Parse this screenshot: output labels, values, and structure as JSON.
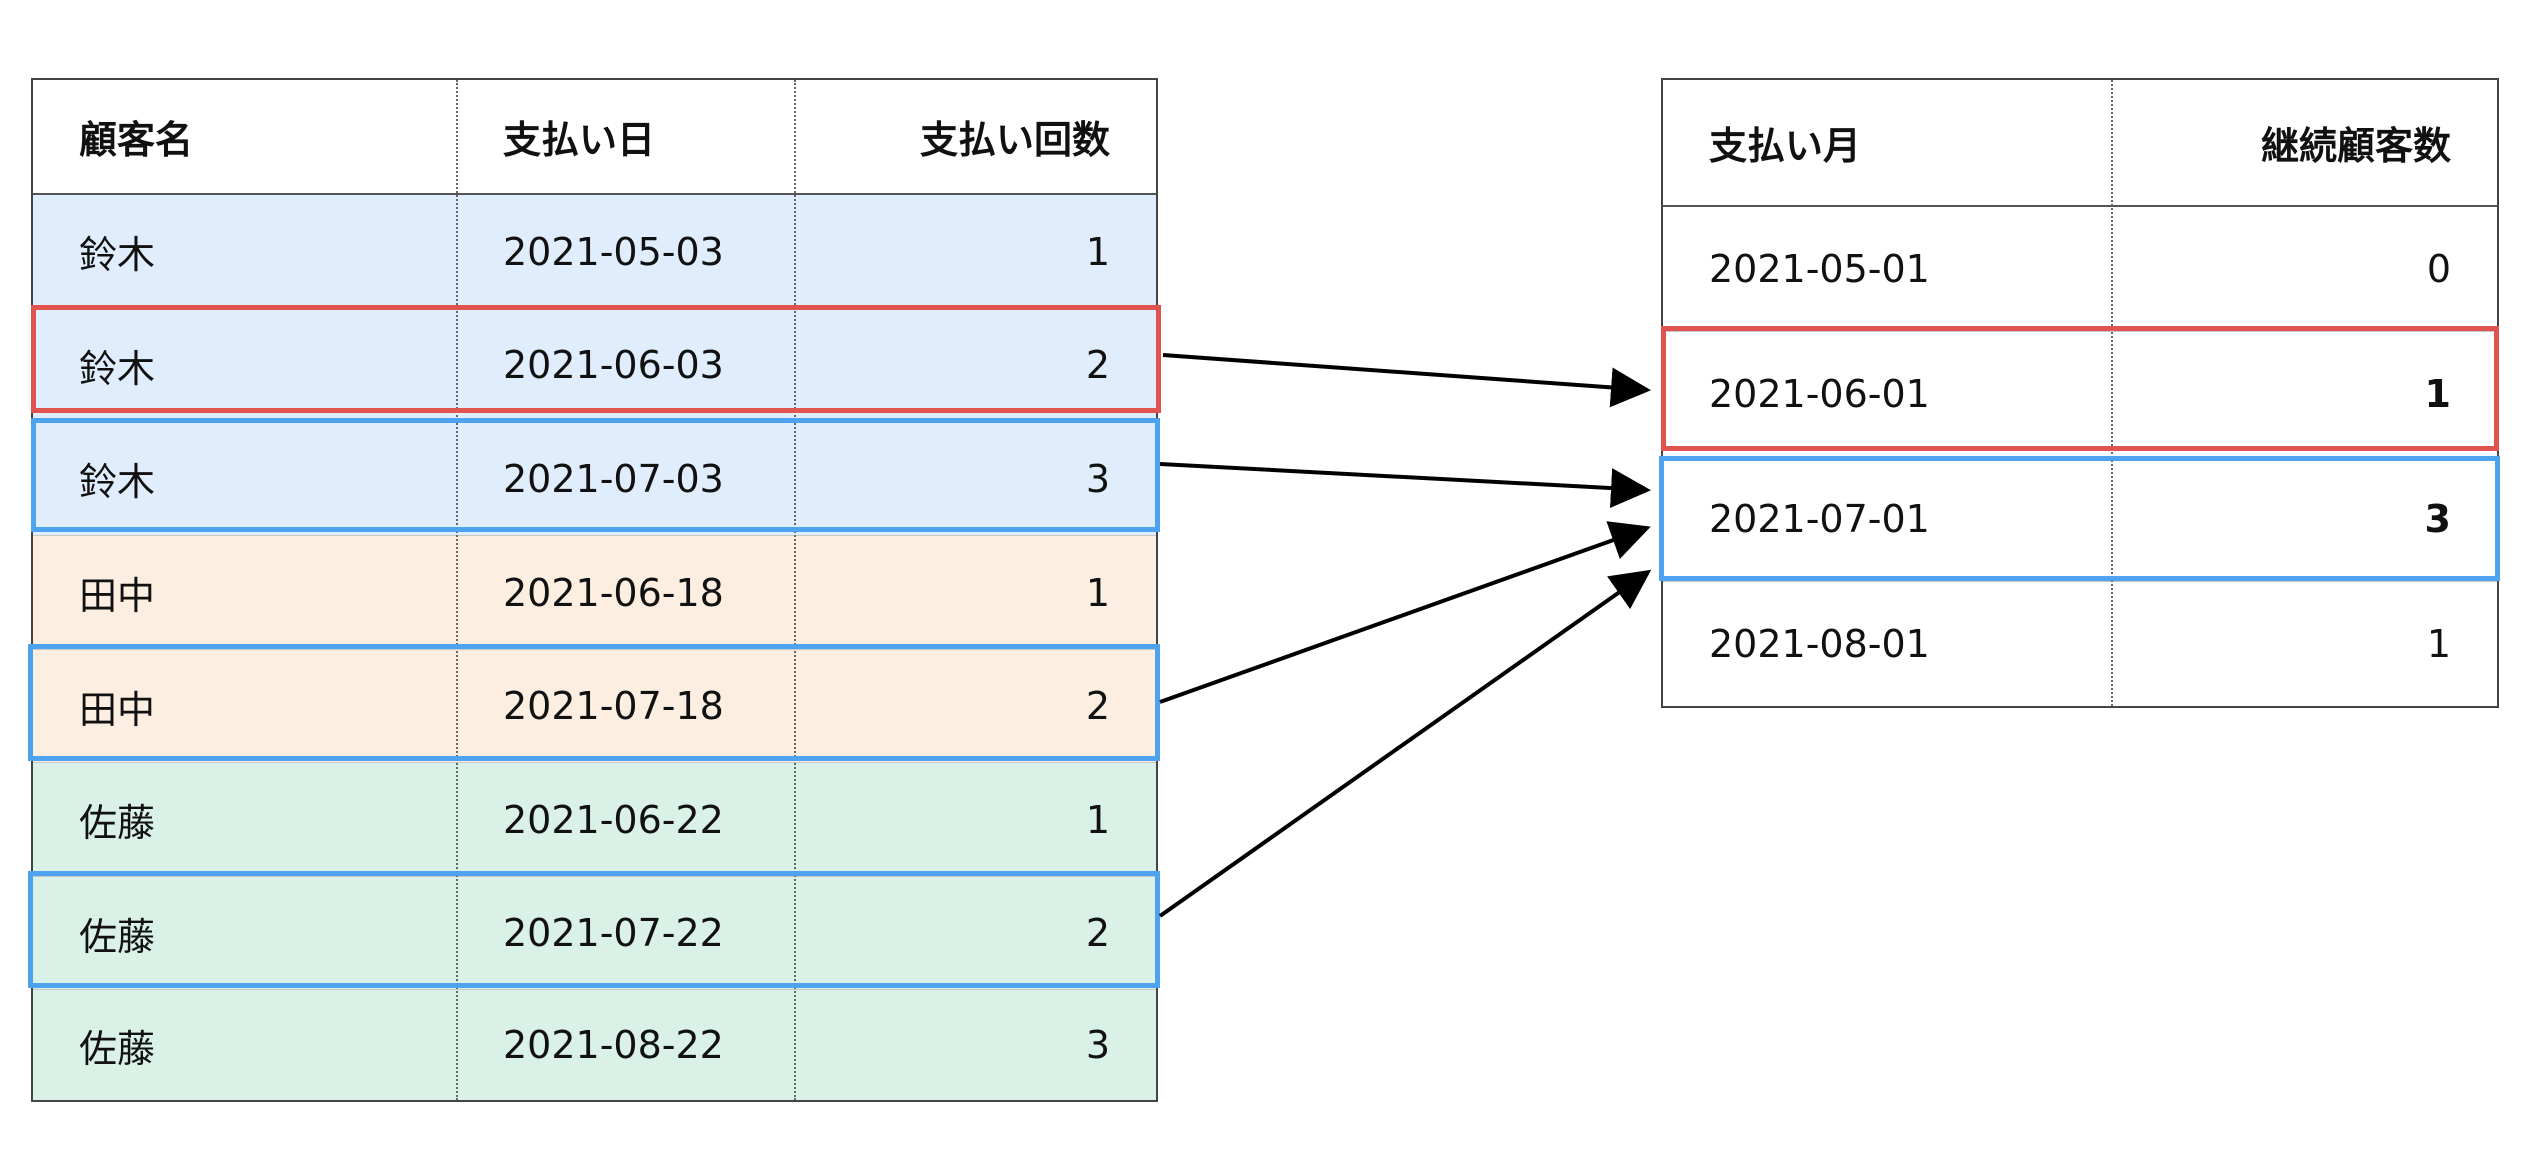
{
  "colors": {
    "suzuki_bg": "#e0edfc",
    "tanaka_bg": "#fcefe2",
    "sato_bg": "#d9f1e7",
    "highlight_red": "#e0534f",
    "highlight_blue": "#4da3ef",
    "arrow": "#000000"
  },
  "left_table": {
    "headers": [
      "顧客名",
      "支払い日",
      "支払い回数"
    ],
    "rows": [
      {
        "name": "鈴木",
        "date": "2021-05-03",
        "count": "1"
      },
      {
        "name": "鈴木",
        "date": "2021-06-03",
        "count": "2"
      },
      {
        "name": "鈴木",
        "date": "2021-07-03",
        "count": "3"
      },
      {
        "name": "田中",
        "date": "2021-06-18",
        "count": "1"
      },
      {
        "name": "田中",
        "date": "2021-07-18",
        "count": "2"
      },
      {
        "name": "佐藤",
        "date": "2021-06-22",
        "count": "1"
      },
      {
        "name": "佐藤",
        "date": "2021-07-22",
        "count": "2"
      },
      {
        "name": "佐藤",
        "date": "2021-08-22",
        "count": "3"
      }
    ]
  },
  "right_table": {
    "headers": [
      "支払い月",
      "継続顧客数"
    ],
    "rows": [
      {
        "month": "2021-05-01",
        "customers": "0"
      },
      {
        "month": "2021-06-01",
        "customers": "1"
      },
      {
        "month": "2021-07-01",
        "customers": "3"
      },
      {
        "month": "2021-08-01",
        "customers": "1"
      }
    ]
  }
}
